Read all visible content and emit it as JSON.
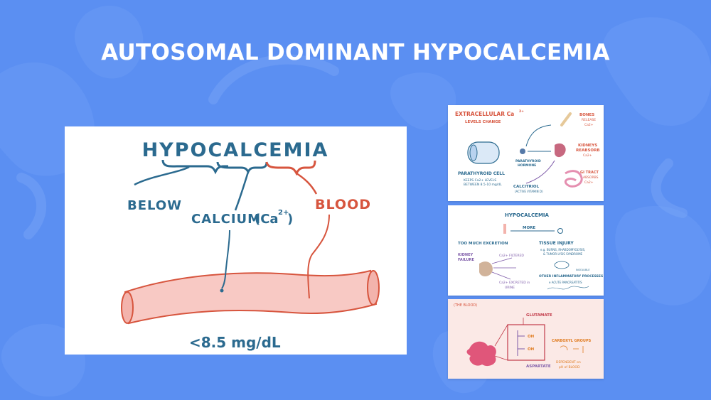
{
  "slide": {
    "title": "AUTOSOMAL DOMINANT HYPOCALCEMIA"
  },
  "main_illustration": {
    "heading": "HYPOCALCEMIA",
    "label_below": "BELOW",
    "label_calcium": "CALCIUM",
    "label_calcium_formula": "(Ca",
    "label_calcium_charge": "2+",
    "label_calcium_close": ")",
    "label_blood": "BLOOD",
    "threshold": "<8.5 mg/dL"
  },
  "thumbnail_1": {
    "title": "EXTRACELLULAR Ca",
    "title_charge": "2+",
    "subtitle": "LEVELS CHANGE",
    "pth_label": "PARATHYROID",
    "pth_label_2": "HORMONE",
    "cell_label": "PARATHYROID CELL",
    "cell_note": "KEEPS Ca2+ LEVELS",
    "cell_note_2": "BETWEEN 8.5-10 mg/dL",
    "bones_label": "BONES",
    "bones_note": "RELEASE",
    "bones_note_2": "Ca2+",
    "kidneys_label": "KIDNEYS",
    "kidneys_note": "REABSORB",
    "kidneys_note_2": "Ca2+",
    "gi_label": "GI TRACT",
    "gi_note": "ABSORBS",
    "gi_note_2": "Ca2+",
    "calcitriol_label": "CALCITRIOL",
    "calcitriol_note": "(ACTIVE VITAMIN D)"
  },
  "thumbnail_2": {
    "title": "HYPOCALCEMIA",
    "more_label": "MORE",
    "excretion_label": "TOO MUCH EXCRETION",
    "injury_label": "TISSUE INJURY",
    "kidney_label": "KIDNEY",
    "kidney_label_2": "FAILURE",
    "filtered_label": "Ca2+ FILTERED",
    "excreted_label": "Ca2+ EXCRETED in",
    "excreted_label_2": "URINE",
    "injury_note": "e.g. BURNS, RHABDOMYOLYSIS,",
    "injury_note_2": "& TUMOR LYSIS SYNDROME",
    "insoluble_label": "INSOLUBLE",
    "inflammatory_label": "OTHER INFLAMMATORY PROCESSES",
    "pancreatitis_label": "e ACUTE PANCREATITIS"
  },
  "thumbnail_3": {
    "tag": "(THE BLOOD)",
    "glutamate_label": "GLUTAMATE",
    "oh_label": "OH",
    "carboxyl_label": "CARBOXYL GROUPS",
    "aspartate_label": "ASPARTATE",
    "dependent_label": "DEPENDENT on",
    "dependent_label_2": "pH of BLOOD"
  },
  "colors": {
    "background": "#5b8ff2",
    "ink_blue": "#2b6a8f",
    "ink_red": "#d7553e",
    "blood_vessel_fill": "#f8c9c4"
  }
}
